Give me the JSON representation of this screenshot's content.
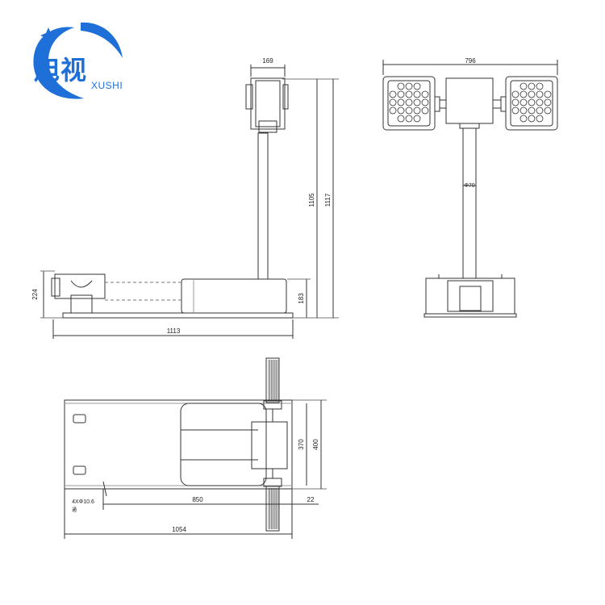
{
  "brand": {
    "name_cn": "旭视",
    "name_en": "XUSHI",
    "color": "#1e6fd8"
  },
  "dimensions": {
    "side_head_width": "169",
    "side_height_mast": "1105",
    "side_height_total": "1117",
    "side_base_height": "224",
    "side_box_height": "183",
    "side_length": "1113",
    "front_width": "796",
    "front_pole_dia": "Φ70",
    "top_base_width": "370",
    "top_width": "400",
    "top_hole_spec": "4XΦ10.6",
    "top_hole_note": "通",
    "top_hole_span": "850",
    "top_offset": "22",
    "top_length": "1054"
  }
}
